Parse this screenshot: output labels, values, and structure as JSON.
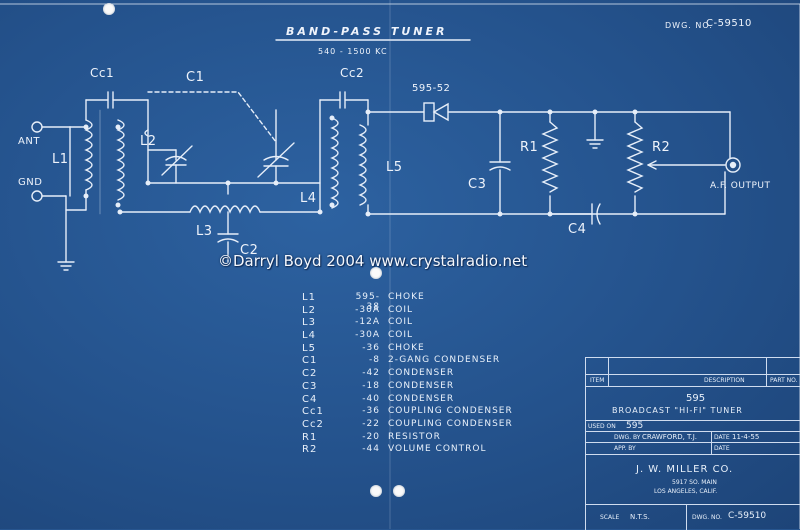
{
  "title": "BAND-PASS TUNER",
  "subtitle": "540 - 1500 KC",
  "dwg_no_label": "DWG. NO.",
  "dwg_no": "C-59510",
  "watermark": "©Darryl Boyd 2004   www.crystalradio.net",
  "schematic_labels": {
    "cc1": "Cc1",
    "c1": "C1",
    "cc2": "Cc2",
    "diode": "595-52",
    "ant": "ANT",
    "gnd": "GND",
    "l1": "L1",
    "l2": "L2",
    "l3": "L3",
    "l4": "L4",
    "l5": "L5",
    "c2": "C2",
    "c3": "C3",
    "c4": "C4",
    "r1": "R1",
    "r2": "R2",
    "output": "A.F. OUTPUT"
  },
  "parts": [
    {
      "ref": "L1",
      "num": "595-38",
      "desc": "CHOKE"
    },
    {
      "ref": "L2",
      "num": "-30A",
      "desc": "COIL"
    },
    {
      "ref": "L3",
      "num": "-12A",
      "desc": "COIL"
    },
    {
      "ref": "L4",
      "num": "-30A",
      "desc": "COIL"
    },
    {
      "ref": "L5",
      "num": "-36",
      "desc": "CHOKE"
    },
    {
      "ref": "C1",
      "num": "-8",
      "desc": "2-GANG CONDENSER"
    },
    {
      "ref": "C2",
      "num": "-42",
      "desc": "CONDENSER"
    },
    {
      "ref": "C3",
      "num": "-18",
      "desc": "CONDENSER"
    },
    {
      "ref": "C4",
      "num": "-40",
      "desc": "CONDENSER"
    },
    {
      "ref": "Cc1",
      "num": "-36",
      "desc": "COUPLING CONDENSER"
    },
    {
      "ref": "Cc2",
      "num": "-22",
      "desc": "COUPLING CONDENSER"
    },
    {
      "ref": "R1",
      "num": "-20",
      "desc": "RESISTOR"
    },
    {
      "ref": "R2",
      "num": "-44",
      "desc": "VOLUME CONTROL"
    }
  ],
  "title_block": {
    "col_item": "ITEM",
    "col_description": "DESCRIPTION",
    "col_part": "PART NO.",
    "model": "595",
    "product": "BROADCAST \"HI-FI\" TUNER",
    "used_on_label": "USED ON",
    "used_on": "595",
    "drawn_label": "DWG. BY",
    "drawn_by": "CRAWFORD, T.J.",
    "date_label": "DATE",
    "date": "11-4-55",
    "approved_label": "APP. BY",
    "date2_label": "DATE",
    "company": "J. W. MILLER CO.",
    "address1": "5917 SO. MAIN",
    "address2": "LOS ANGELES, CALIF.",
    "scale_label": "SCALE",
    "scale": "N.T.S.",
    "dwg_label": "DWG. NO.",
    "dwg": "C-59510"
  },
  "colors": {
    "paper": "#27558f",
    "ink": "#e8f0fa"
  }
}
